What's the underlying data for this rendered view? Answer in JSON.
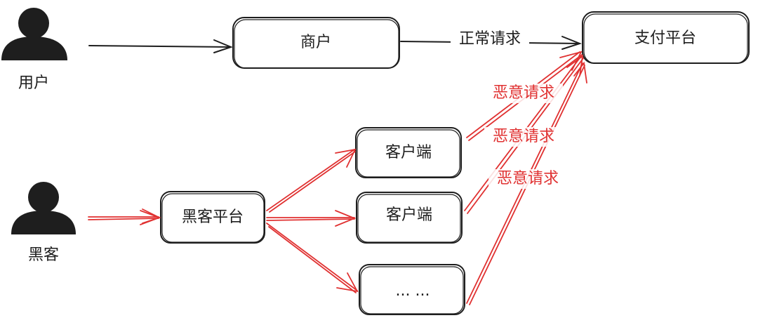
{
  "actors": {
    "user": {
      "label": "用户",
      "icon": "person-icon"
    },
    "hacker": {
      "label": "黑客",
      "icon": "person-icon"
    }
  },
  "nodes": {
    "merchant": "商户",
    "payment_platform": "支付平台",
    "hacker_platform": "黑客平台",
    "client_1": "客户端",
    "client_2": "客户端",
    "more": "... ..."
  },
  "edges": {
    "normal_request": "正常请求",
    "malicious_1": "恶意请求",
    "malicious_2": "恶意请求",
    "malicious_3": "恶意请求"
  },
  "colors": {
    "stroke": "#1e1e1e",
    "malicious": "#e03131",
    "background": "#ffffff"
  }
}
